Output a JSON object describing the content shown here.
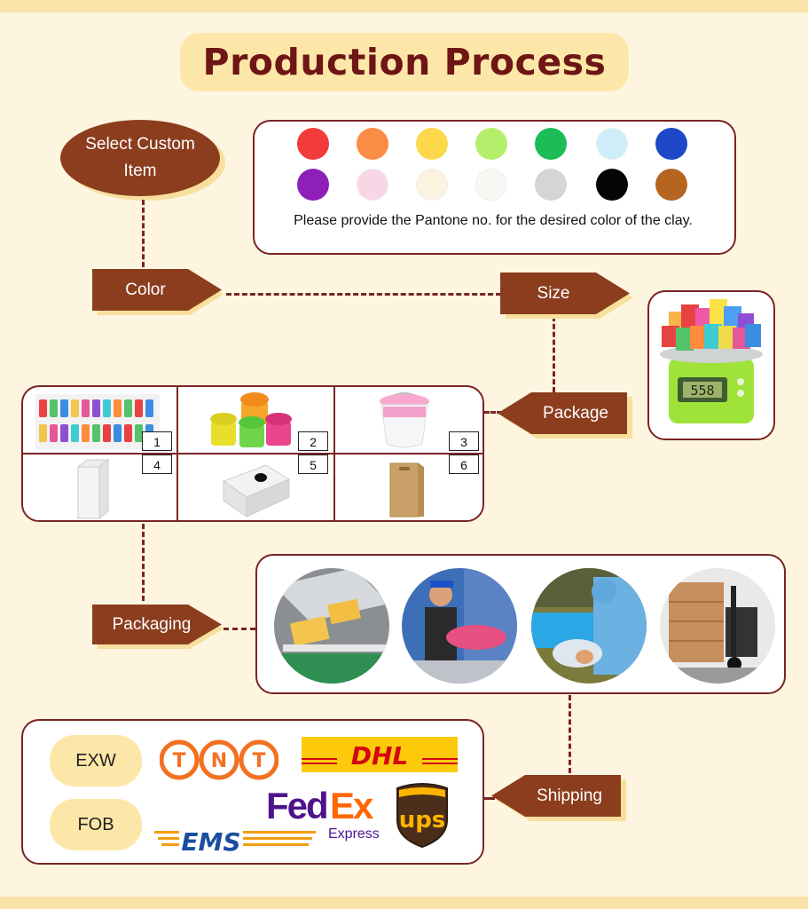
{
  "title": "Production Process",
  "start_node": "Select Custom Item",
  "steps": {
    "color": "Color",
    "size": "Size",
    "package": "Package",
    "packaging": "Packaging",
    "shipping": "Shipping"
  },
  "color_note": "Please provide the Pantone no. for the desired color of the clay.",
  "swatches_row1": [
    "#f23c3c",
    "#fb8c45",
    "#fcd94b",
    "#b4ef6b",
    "#1cbd57",
    "#cdeef8",
    "#1e48c8"
  ],
  "swatches_row2": [
    "#8e1fb9",
    "#f9d6e6",
    "#fbf3df",
    "#f8f7f3",
    "#d5d5d5",
    "#050505",
    "#b4651f"
  ],
  "package_options": [
    "1",
    "2",
    "3",
    "4",
    "5",
    "6"
  ],
  "trade_terms": [
    "EXW",
    "FOB"
  ],
  "carriers": {
    "tnt": [
      "T",
      "N",
      "T"
    ],
    "dhl": "DHL",
    "fedex_fed": "Fed",
    "fedex_ex": "Ex",
    "fedex_sub": "Express",
    "ems": "EMS",
    "ups": "ups"
  },
  "colors": {
    "accent": "#8b3d1e",
    "border": "#7a2424",
    "title": "#6e1515",
    "background": "#fdf5df",
    "pill": "#fde7a8"
  }
}
